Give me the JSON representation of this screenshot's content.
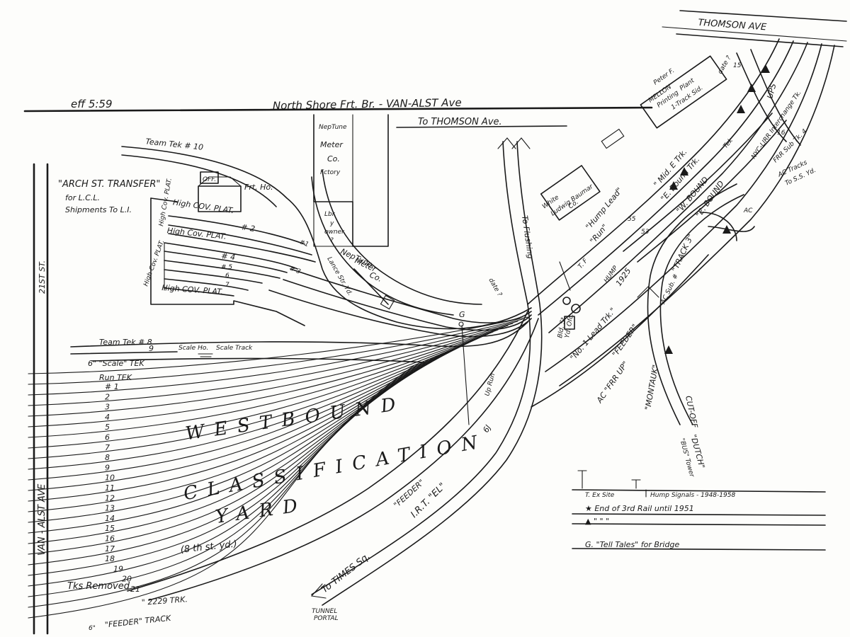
{
  "header": {
    "eff": "eff   5:59",
    "line_name": "North   Shore   Frt.  Br.  -  VAN-ALST  Ave",
    "to_thomson": "To   THOMSON   Ave."
  },
  "streets": {
    "thomson_ave": "THOMSON        AVE",
    "st_21": "21ST  ST.",
    "van_alst": "VAN - ALST    AVE"
  },
  "transfer": {
    "title": "\"ARCH ST. TRANSFER\"",
    "line2": "for L.C.L.",
    "line3": "Shipments To L.I."
  },
  "buildings": {
    "off": "OFF.",
    "frt_ho": "Frt. Ho.",
    "neptune_1": [
      "NepTune",
      "Meter",
      "Co.",
      "Fctory"
    ],
    "lbr": [
      "Lbr.",
      "y",
      "owner",
      "?"
    ],
    "neptune_2": [
      "NepTune",
      "Meter",
      "Co."
    ],
    "white_ludwig": [
      "White",
      "Ludwig Baumar",
      "Co."
    ],
    "peter_mellon": [
      "Peter F.",
      "MELLON",
      "Printing",
      "Plant",
      "1-Track Sid."
    ],
    "scale_ho": "Scale Ho.",
    "scale_track": "Scale Track",
    "bldg_sm": [
      "Bld. St.",
      "Yd. Ofc."
    ]
  },
  "platforms": {
    "team_10": "Team Tek # 10",
    "high_cov_plat_1": "High    COV.    PLAT.",
    "track_2": "# 2",
    "track_1": "#1",
    "high_cov_plat_2": "High    Cov.    PLAT.",
    "track_4": "# 4",
    "track_5": "# 5",
    "track_6": "6",
    "track_7": "7",
    "track_3": "# 3",
    "high_cov_plat_3": "High    COV.    PLAT.",
    "high_cov_plat_v1": "High Cov. PLAT.",
    "high_cov_plat_v2": "High Cov. PLAT.",
    "lance_st": "Lance Str. Yd.",
    "team_8": "Team Tek # 8",
    "team_9": "9"
  },
  "yard": {
    "scale_tek": "6\"  \"Scale\"  TEK",
    "run_tek": "Run       TEK",
    "tracks": [
      "# 1",
      "2",
      "3",
      "4",
      "5",
      "6",
      "7",
      "8",
      "9",
      "10",
      "11",
      "12",
      "13",
      "14",
      "15",
      "16",
      "17",
      "18",
      "19",
      "20",
      "21"
    ],
    "word1": "WESTBOUND",
    "word2": "CLASSIFICATION",
    "word3": "YARD",
    "sub": "(8 th  st. yd.)",
    "tracks_removed": "Tks  Removed",
    "trk_2229": "\" 2229  TRK.",
    "feeder_track": "\"FEEDER\"  TRACK",
    "six_bottom": "6\"",
    "tunnel_portal": [
      "TUNNEL",
      "PORTAL"
    ]
  },
  "routes": {
    "to_flushing": "To  Flushing",
    "date_q": "date ?",
    "to_times_sq": "To  TIMES  Sq.",
    "irt_el": "I.R.T.   \"EL\"",
    "feeder": "\"FEEDER\"",
    "six_j": "6J",
    "up_run": "Up Run",
    "g_mark": "G"
  },
  "hump_area": {
    "hump_lead": "\"Hump Lead\"",
    "run": "\"Run\"",
    "hump": "HUMP",
    "hump_date": "1925",
    "ti_track": "T. F",
    "no1_lead": "\"No. 1  Lead  Trk.\"",
    "feeder": "\"FEEDER\"",
    "ac_frr_up": "AC  \"FRR UP\"",
    "montauk": "\"MONTAUK\"",
    "cut_off": "CUT-OFF",
    "dutch": "\"DUTCH\"",
    "bus_tower": "\"BUS\" Tower",
    "mid_e_trk": "\" Mid. E Trk.",
    "e_bound_trk": "\"E. Bound Trk.",
    "w_bound": "\"W. BOUND",
    "e_bound": "\"E. BOUND",
    "track_3": "\"TRACK 3\"",
    "ac_sub": "AC  Sub.  #",
    "ac_y": "AC",
    "ac_tracks": "AC Tracks",
    "to_ssyd": "To S.S. Yd.",
    "interchange": "NYC-LIRR  Interchange  Tk.",
    "frr_sub": "FRR  Sub  Tk. 4",
    "ups": "UPS",
    "date_top": "date ?",
    "num_15": "15",
    "num_16": "16",
    "num_55": "55",
    "num_53": "53",
    "tek_sm": "Tek"
  },
  "legend": {
    "row1_a": "T. Ex Site",
    "row1_b": "Hump Signals - 1948-1958",
    "row2": "★  End of  3rd Rail  until  1951",
    "row3": "▲           \"       \"           \"",
    "row4": "G.  \"Tell  Tales\" for  Bridge"
  }
}
